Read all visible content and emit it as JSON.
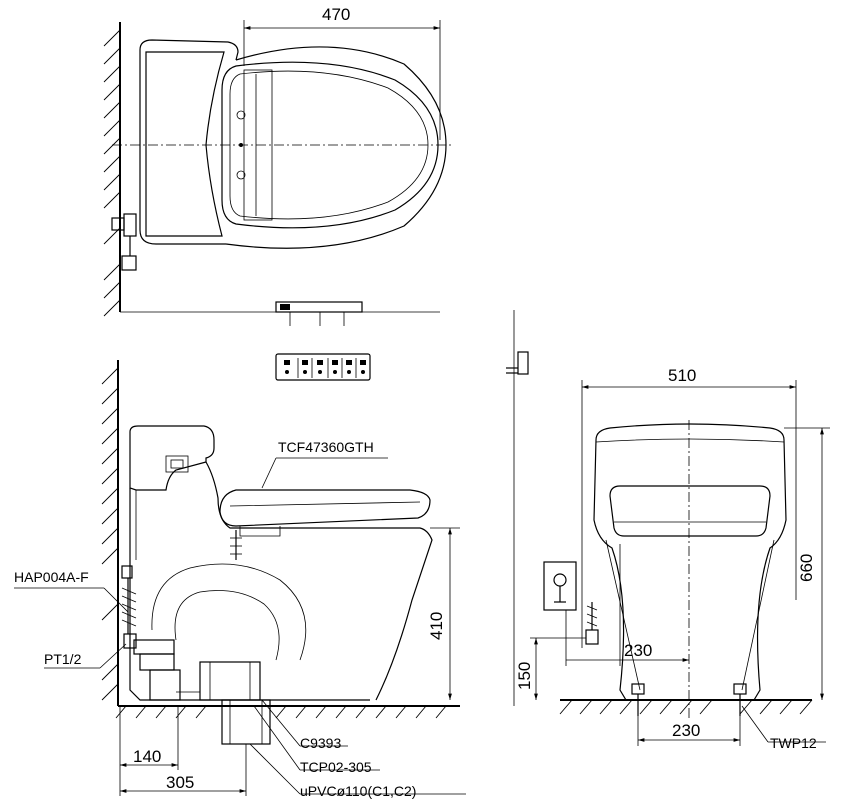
{
  "top_view": {
    "width_dim": "470"
  },
  "side_view": {
    "seat_model": "TCF47360GTH",
    "valve_label": "HAP004A-F",
    "thread_label": "PT1/2",
    "height_dim": "410",
    "dim_140": "140",
    "dim_305": "305",
    "part_c9393": "C9393",
    "part_tcp": "TCP02-305",
    "pipe_label": "uPVCø110(C1,C2)"
  },
  "front_view": {
    "width_dim": "510",
    "height_dim": "660",
    "supply_offset_dim": "230",
    "supply_height_dim": "150",
    "bolt_spacing_dim": "230",
    "bolt_label": "TWP12"
  }
}
